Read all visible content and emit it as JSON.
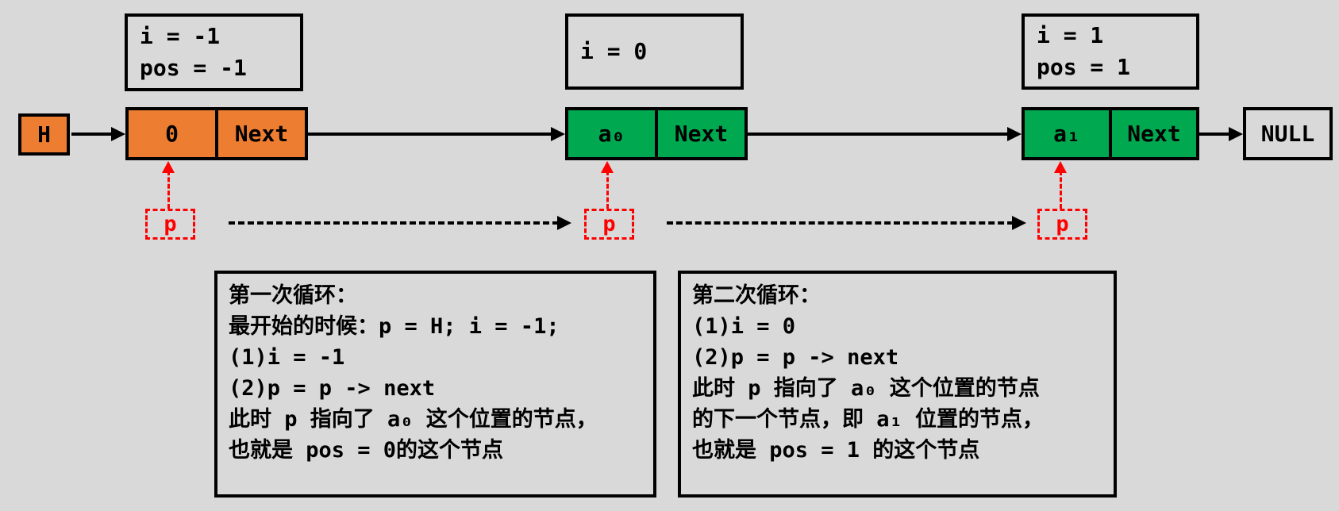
{
  "colors": {
    "background": "#d9d9d9",
    "node_orange": "#ed7d31",
    "node_green": "#00a84f",
    "pointer_red": "#ff0000",
    "line_black": "#000000"
  },
  "diagram": {
    "head_label": "H",
    "null_label": "NULL",
    "pointer_label": "p",
    "var_boxes": [
      {
        "lines": [
          "i = -1",
          "pos = -1"
        ]
      },
      {
        "lines": [
          "i = 0"
        ]
      },
      {
        "lines": [
          "i = 1",
          "pos = 1"
        ]
      }
    ],
    "nodes": [
      {
        "data": "0",
        "next": "Next",
        "color": "#ed7d31"
      },
      {
        "data": "a₀",
        "next": "Next",
        "color": "#00a84f"
      },
      {
        "data": "a₁",
        "next": "Next",
        "color": "#00a84f"
      }
    ]
  },
  "notes": [
    {
      "lines": [
        "第一次循环：",
        "最开始的时候：p = H; i = -1;",
        "(1)i = -1",
        "(2)p = p -> next",
        "此时 p 指向了 a₀ 这个位置的节点，",
        "也就是 pos = 0的这个节点"
      ]
    },
    {
      "lines": [
        "第二次循环：",
        "(1)i = 0",
        "(2)p = p -> next",
        "此时 p 指向了 a₀ 这个位置的节点",
        "的下一个节点，即 a₁ 位置的节点，",
        "也就是 pos = 1 的这个节点"
      ]
    }
  ]
}
